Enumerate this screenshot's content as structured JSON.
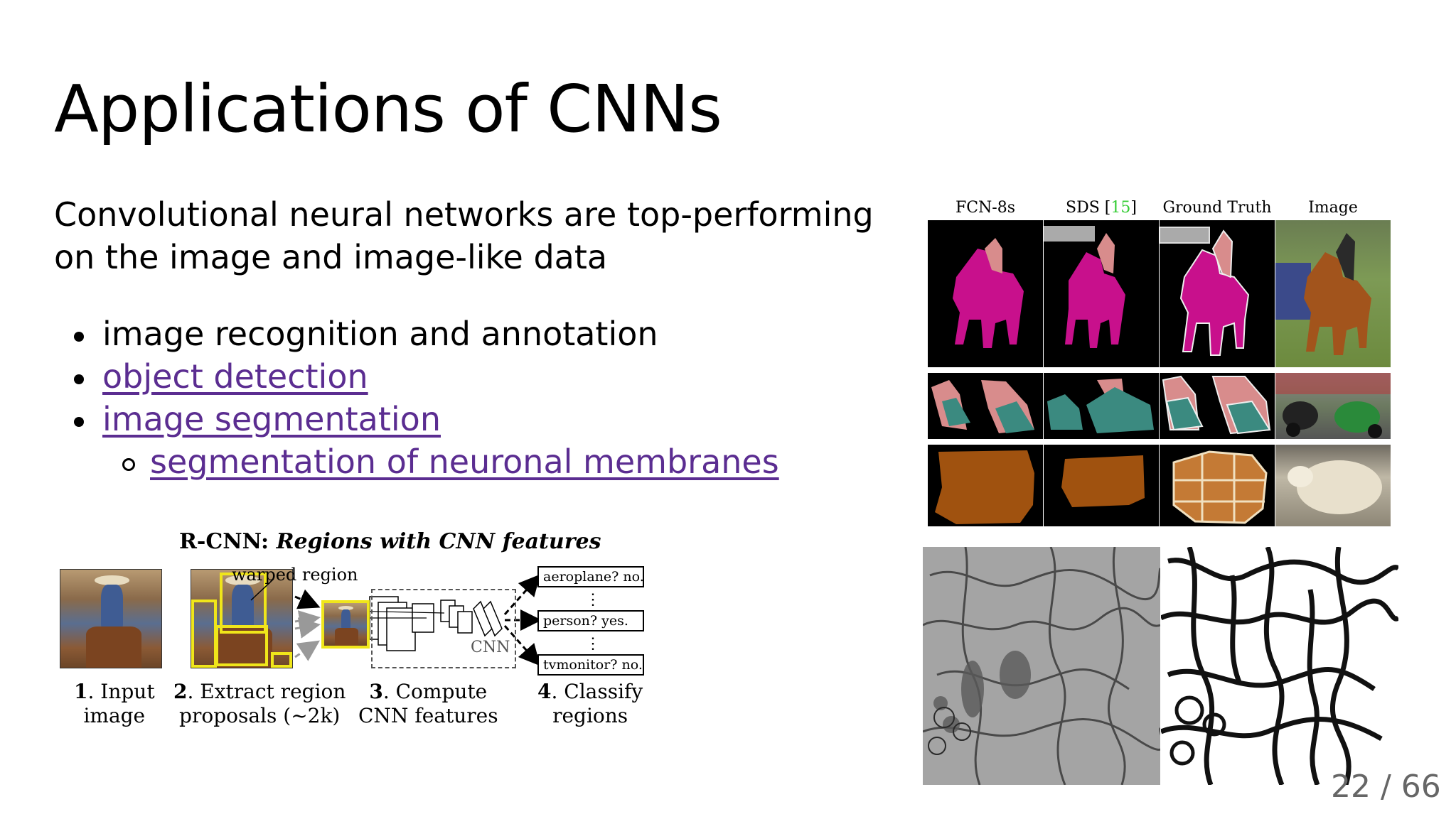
{
  "slide": {
    "title": "Applications of CNNs",
    "intro": "Convolutional neural networks are top-performing on the image and image-like data",
    "bullets": [
      {
        "text": "image recognition and annotation",
        "link": false
      },
      {
        "text": "object detection",
        "link": true
      },
      {
        "text": "image segmentation",
        "link": true
      }
    ],
    "sub_bullets": [
      {
        "text": "segmentation of neuronal membranes",
        "link": true
      }
    ],
    "page_number": "22 / 66",
    "link_color": "#5b2d91"
  },
  "rcnn_figure": {
    "title_bold": "R-CNN:",
    "title_italic": "Regions with CNN features",
    "warped_region_label": "warped region",
    "cnn_label": "CNN",
    "outputs": [
      "aeroplane? no.",
      "person? yes.",
      "tvmonitor? no."
    ],
    "ellipsis": "⋮",
    "steps": [
      {
        "num": "1",
        "line1": ". Input",
        "line2": "image"
      },
      {
        "num": "2",
        "line1": ". Extract region",
        "line2": "proposals (~2k)"
      },
      {
        "num": "3",
        "line1": ". Compute",
        "line2": "CNN features"
      },
      {
        "num": "4",
        "line1": ". Classify",
        "line2": "regions"
      }
    ],
    "box_color": "#f0e61a"
  },
  "segmentation_figure": {
    "headers": [
      "FCN-8s",
      "SDS [",
      "15",
      "]",
      "Ground Truth",
      "Image"
    ],
    "colors": {
      "person": "#d88c8c",
      "horse": "#c8108c",
      "motorbike": "#3b8a80",
      "sheep": "#a0520f",
      "background": "#000000"
    }
  }
}
